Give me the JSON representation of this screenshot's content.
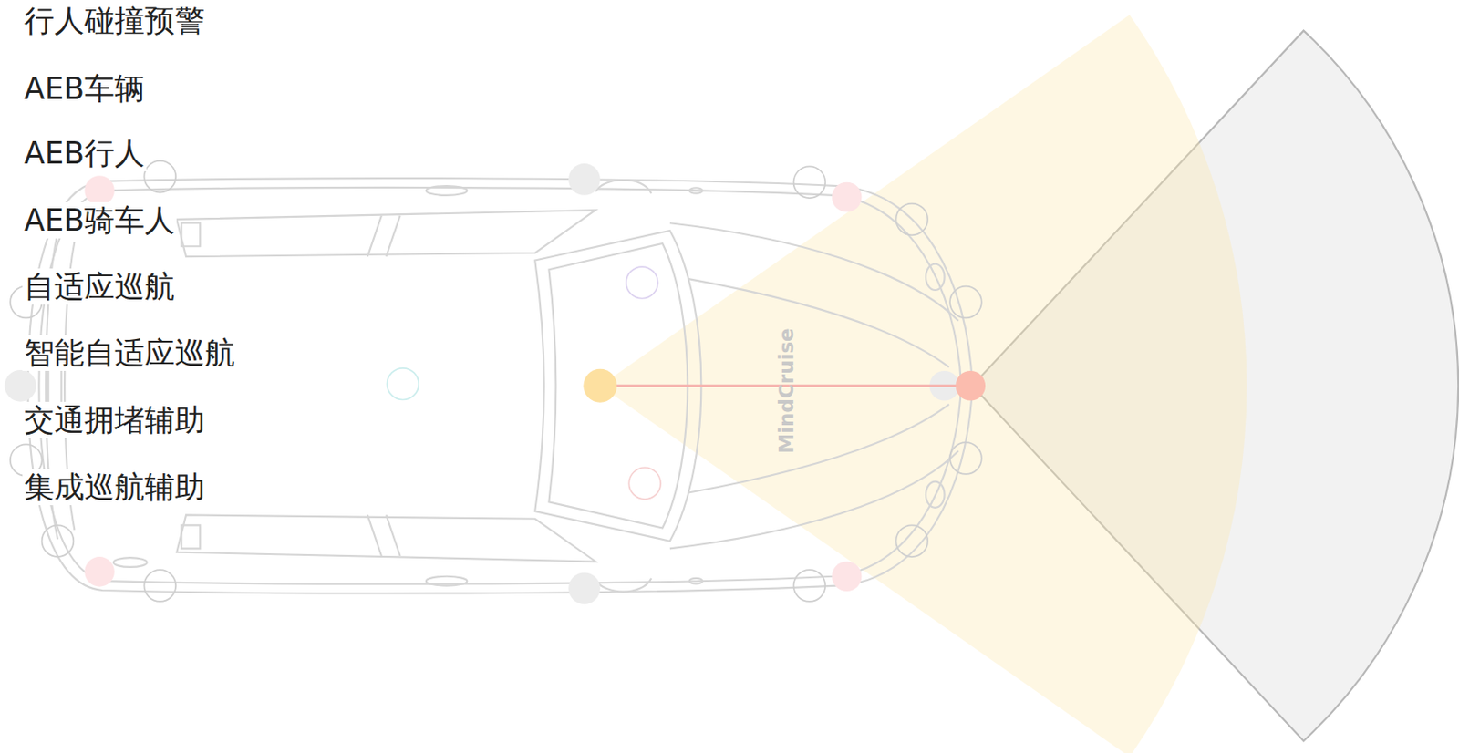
{
  "diagram": {
    "labels": [
      "行人碰撞预警",
      "AEB车辆",
      "AEB行人",
      "AEB骑车人",
      "自适应巡航",
      "智能自适应巡航",
      "交通拥堵辅助",
      "集成巡航辅助",
      "MindCruise"
    ]
  }
}
